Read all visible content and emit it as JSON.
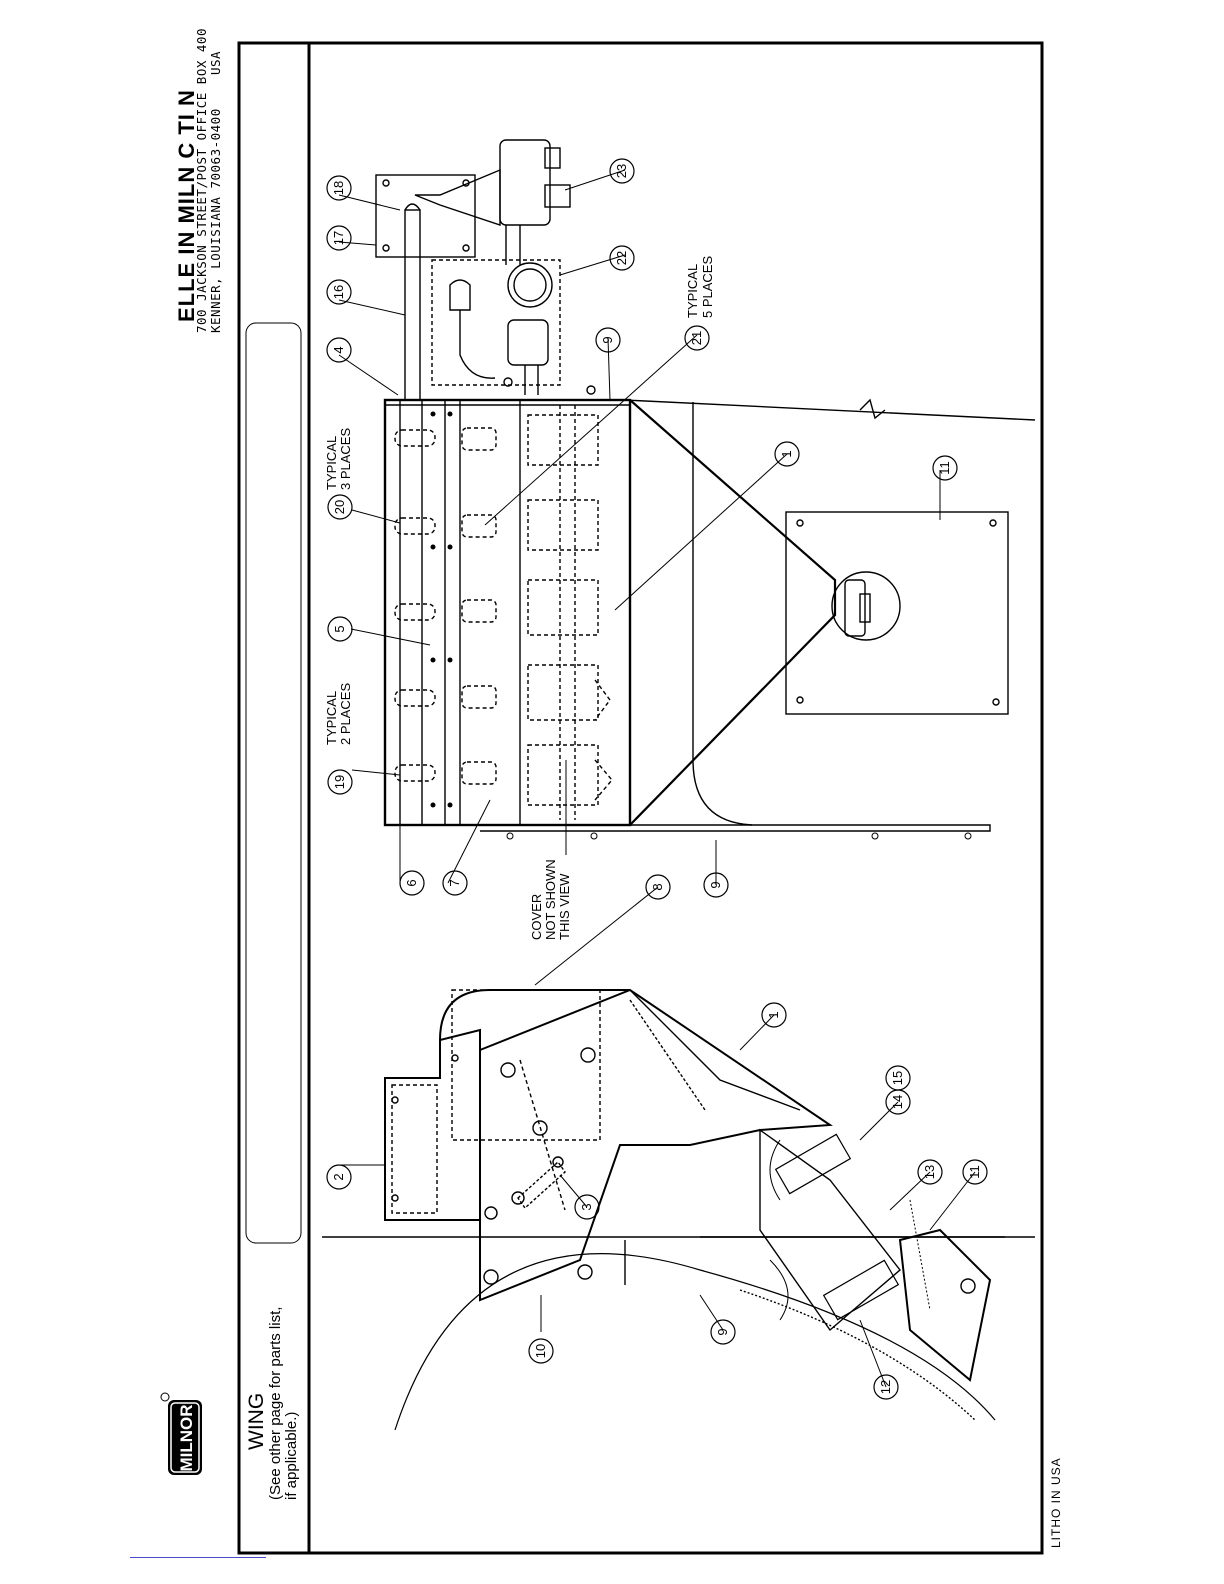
{
  "title_block": {
    "company": "ELLE IN MILN C TI N",
    "address_line1": "700 JACKSON STREET/POST OFFICE BOX 400",
    "address_line2": "KENNER, LOUISIANA 70063-0400",
    "country": "USA",
    "logo_text": "MILNOR"
  },
  "drawing_title": {
    "title": "WING",
    "subtitle_line1": "(See other page for parts list,",
    "subtitle_line2": "if applicable.)"
  },
  "footer": {
    "litho": "LITHO IN USA"
  },
  "notes": {
    "typical_2": [
      "TYPICAL",
      "2 PLACES"
    ],
    "typical_3": [
      "TYPICAL",
      "3 PLACES"
    ],
    "typical_5": [
      "TYPICAL",
      "5 PLACES"
    ],
    "cover": [
      "COVER",
      "NOT SHOWN",
      "THIS VIEW"
    ]
  },
  "balloons": [
    "1",
    "1",
    "2",
    "3",
    "4",
    "5",
    "6",
    "7",
    "8",
    "9",
    "9",
    "9",
    "10",
    "11",
    "11",
    "12",
    "13",
    "14",
    "15",
    "16",
    "17",
    "18",
    "19",
    "20",
    "21",
    "22",
    "23"
  ],
  "colors": {
    "line": "#000000",
    "paper": "#ffffff",
    "link_rule": "#4a4acc"
  }
}
